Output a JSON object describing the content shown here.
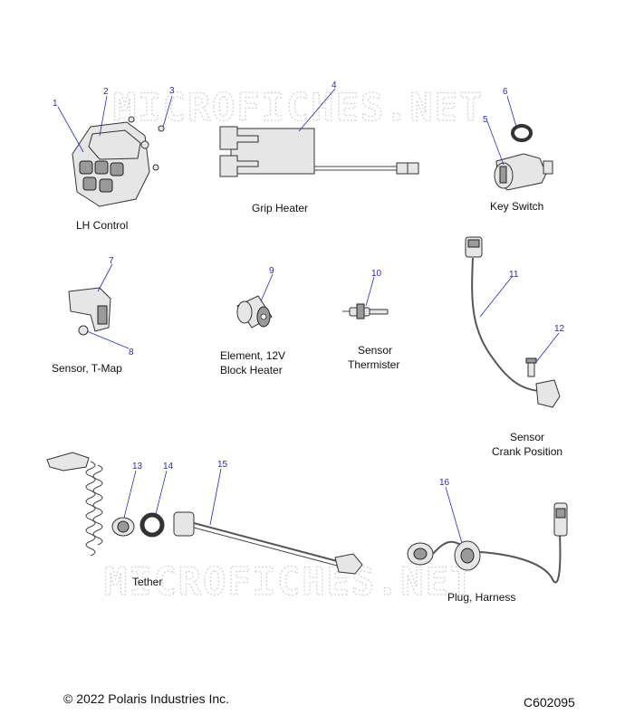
{
  "watermark": "MICROFICHES.NET",
  "parts": [
    {
      "id": "lh-control",
      "callouts": [
        "1",
        "2",
        "3"
      ],
      "label": "LH Control"
    },
    {
      "id": "grip-heater",
      "callouts": [
        "4"
      ],
      "label": "Grip Heater"
    },
    {
      "id": "key-switch",
      "callouts": [
        "5",
        "6"
      ],
      "label": "Key Switch"
    },
    {
      "id": "sensor-tmap",
      "callouts": [
        "7",
        "8"
      ],
      "label": "Sensor, T-Map"
    },
    {
      "id": "element-block-heater",
      "callouts": [
        "9"
      ],
      "label_lines": [
        "Element, 12V",
        "Block Heater"
      ]
    },
    {
      "id": "sensor-thermister",
      "callouts": [
        "10"
      ],
      "label_lines": [
        "Sensor",
        "Thermister"
      ]
    },
    {
      "id": "sensor-crank",
      "callouts": [
        "11",
        "12"
      ],
      "label_lines": [
        "Sensor",
        "Crank Position"
      ]
    },
    {
      "id": "tether",
      "callouts": [
        "13",
        "14",
        "15"
      ],
      "label": "Tether"
    },
    {
      "id": "plug-harness",
      "callouts": [
        "16"
      ],
      "label": "Plug, Harness"
    }
  ],
  "footer": {
    "copyright": "© 2022 Polaris Industries Inc.",
    "code": "C602095"
  }
}
